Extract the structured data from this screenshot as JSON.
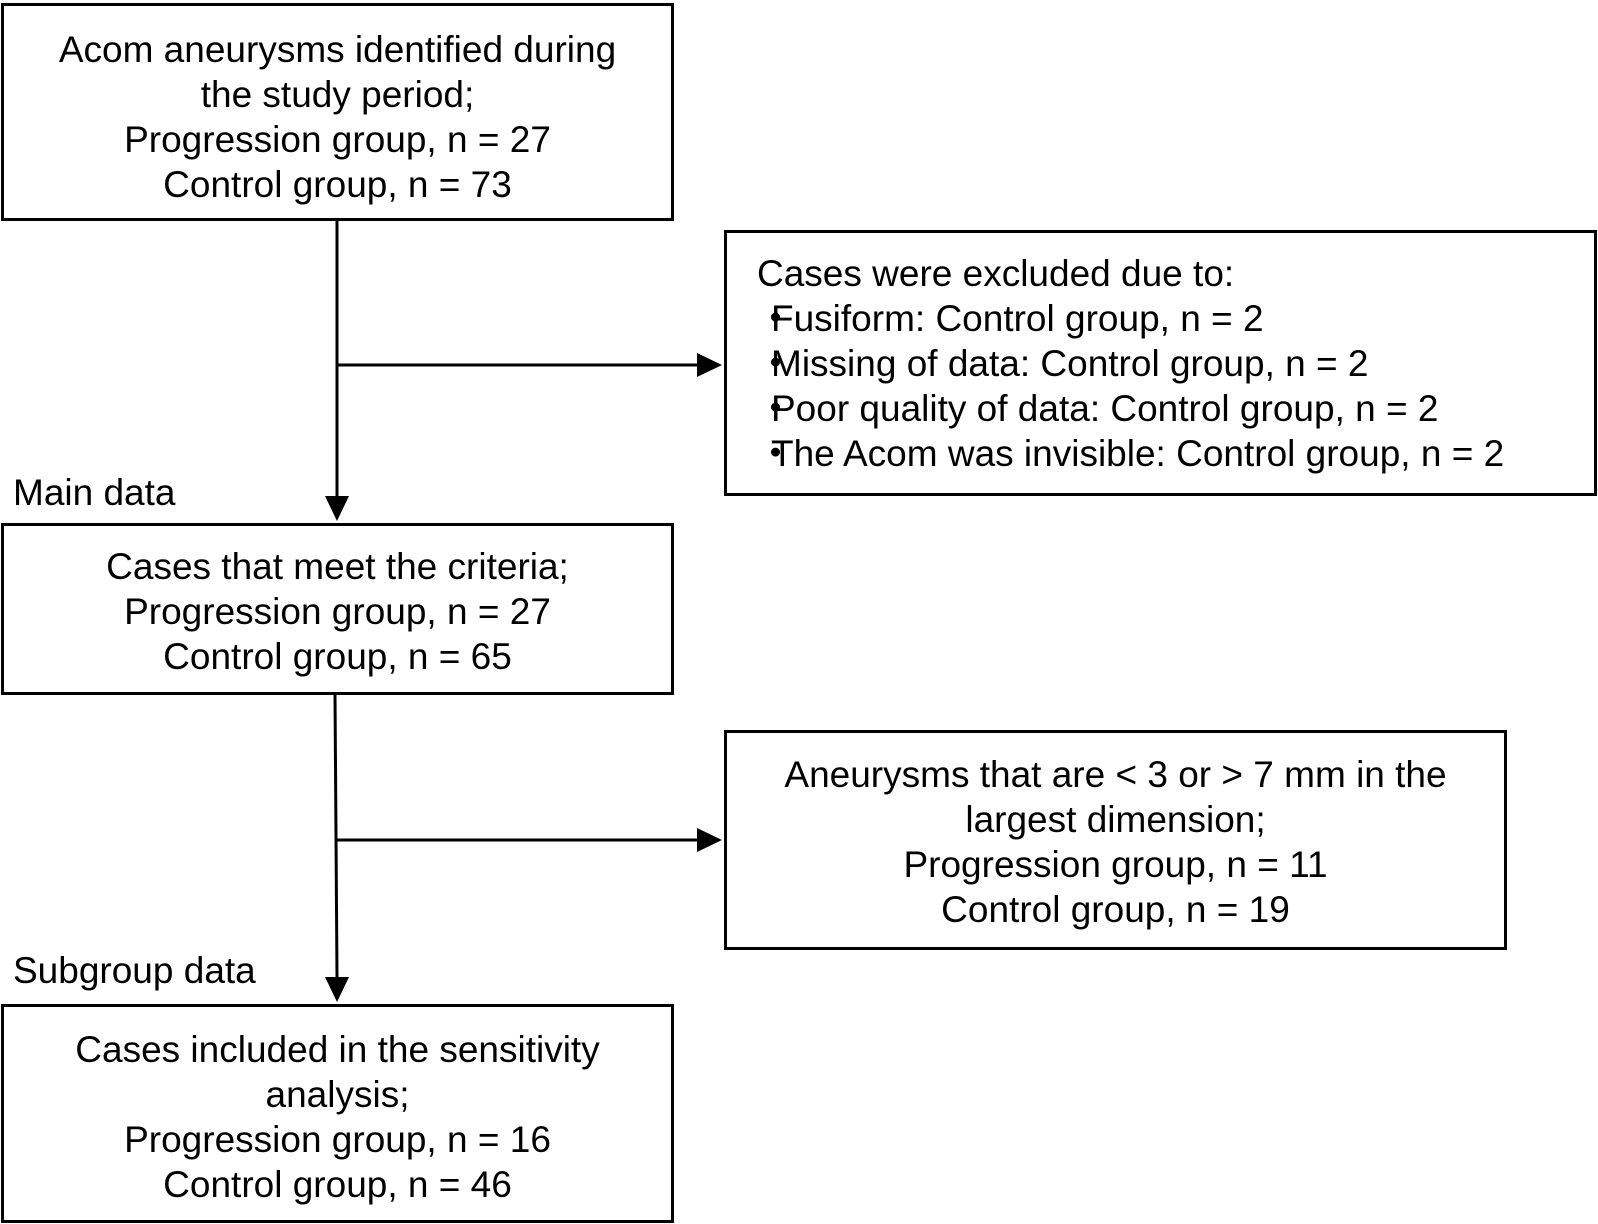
{
  "boxes": {
    "identified": {
      "lines": [
        "Acom aneurysms identified during",
        "the study period;",
        "Progression group, n = 27",
        "Control group, n =  73"
      ]
    },
    "excluded": {
      "heading": "Cases were excluded due to:",
      "bullet": "・",
      "items": [
        "Fusiform: Control group, n = 2",
        "Missing of data: Control group, n = 2",
        "Poor quality of data: Control group, n = 2",
        "The Acom was invisible: Control group, n = 2"
      ]
    },
    "criteria": {
      "lines": [
        "Cases that meet the criteria;",
        "Progression group, n = 27",
        "Control group, n =  65"
      ]
    },
    "size_excluded": {
      "lines": [
        "Aneurysms that are < 3 or > 7 mm in the",
        "largest dimension;",
        "Progression group, n = 11",
        "Control group, n =  19"
      ]
    },
    "sensitivity": {
      "lines": [
        "Cases included in the sensitivity",
        "analysis;",
        "Progression group, n = 16",
        "Control group, n =  46"
      ]
    }
  },
  "labels": {
    "main_data": "Main data",
    "subgroup_data": "Subgroup data"
  }
}
